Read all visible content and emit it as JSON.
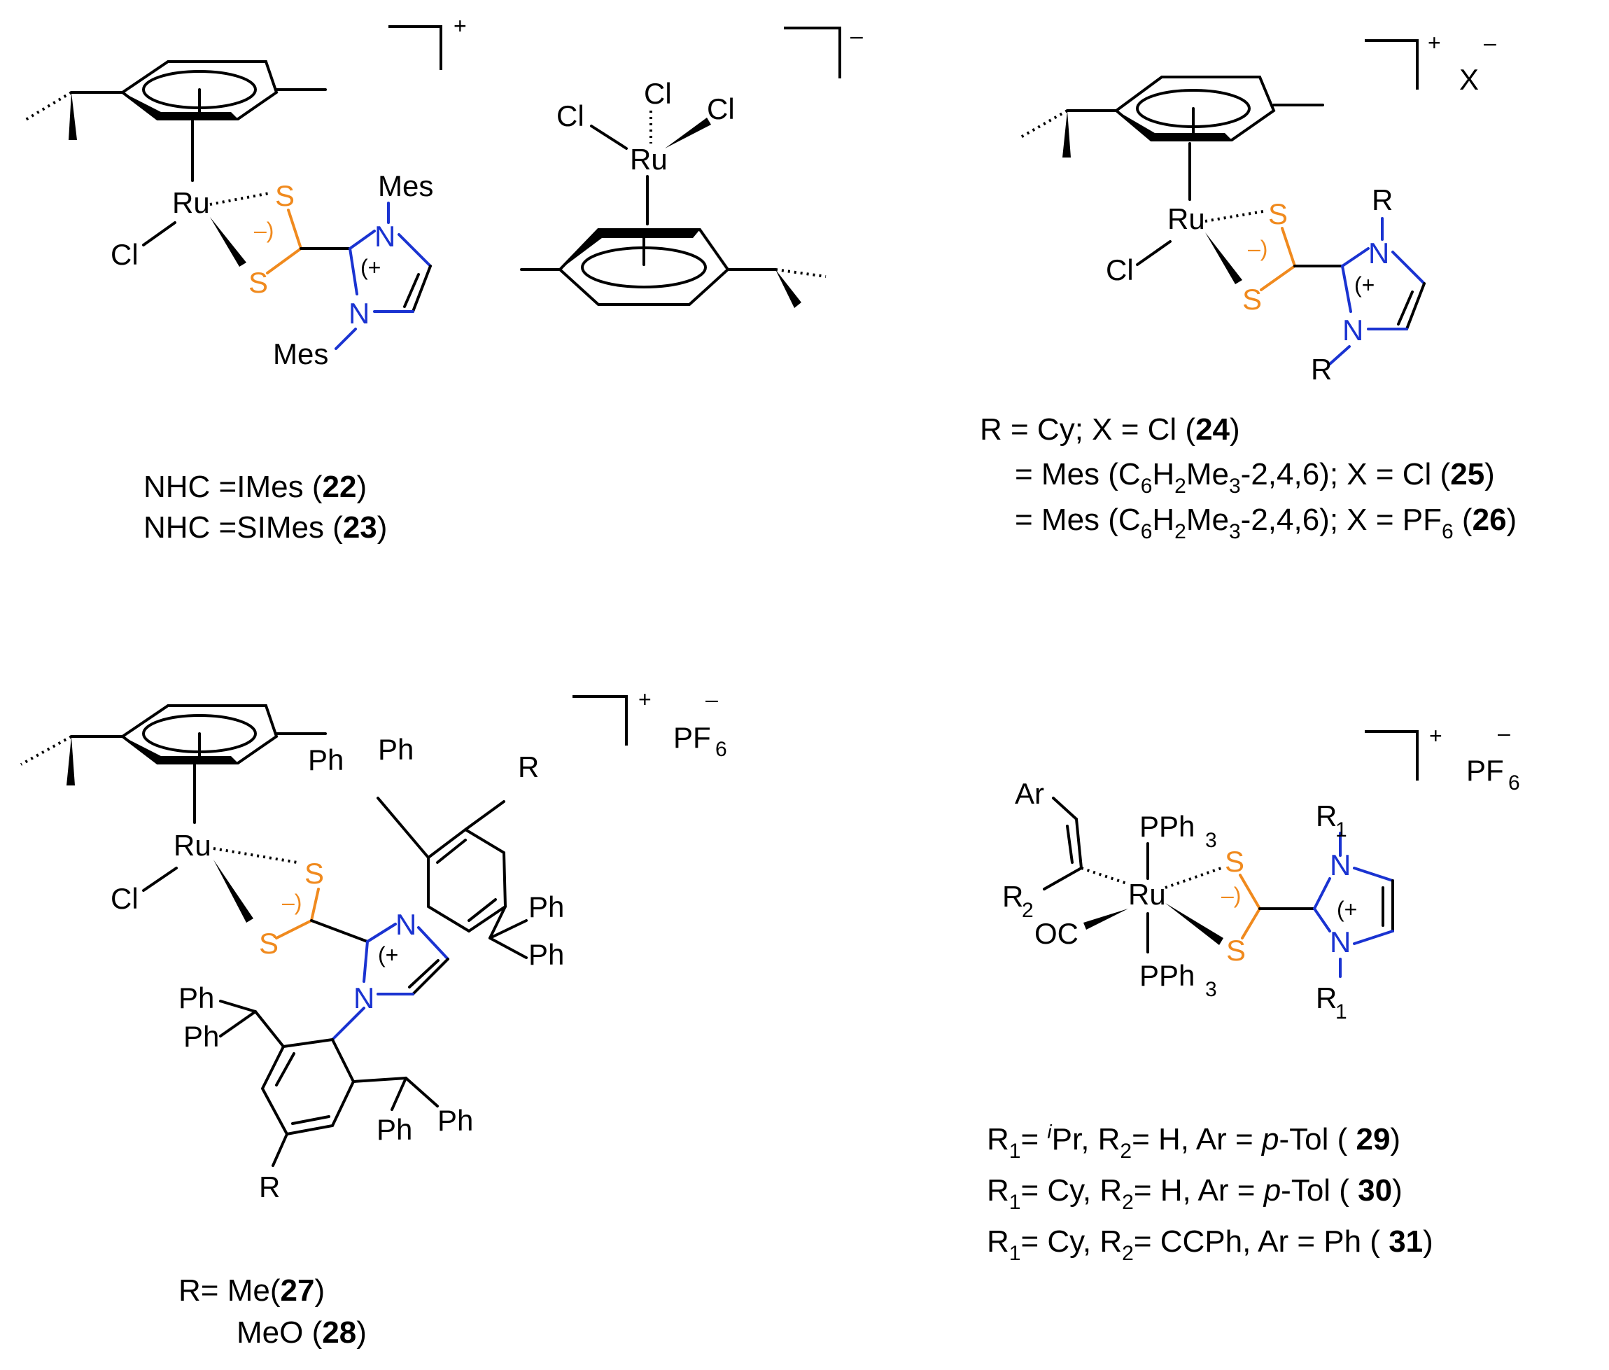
{
  "atoms": {
    "ru": "Ru",
    "cl": "Cl",
    "s": "S",
    "n": "N",
    "mes": "Mes",
    "r": "R",
    "ph": "Ph",
    "pph3": "PPh",
    "pph3_sub": "3",
    "oc": "OC",
    "ar": "Ar",
    "r1": "R",
    "r1_sub": "1",
    "r2": "R",
    "r2_sub": "2",
    "pf6": "PF",
    "pf6_sub": "6",
    "x": "X"
  },
  "charges": {
    "plus": "+",
    "minus": "–",
    "ring_plus": "(+",
    "ring_minus": "–)"
  },
  "captions": {
    "c22": {
      "pre": "NHC =IMes (",
      "num": "22",
      "post": ")"
    },
    "c23": {
      "pre": "NHC =SIMes (",
      "num": "23",
      "post": ")"
    },
    "c24": {
      "pre": "R = Cy; X = Cl (",
      "num": "24",
      "post": ")"
    },
    "c25": {
      "pre": "= Mes (C",
      "s1": "6",
      "m1": "H",
      "s2": "2",
      "m2": "Me",
      "s3": "3",
      "m3": "-2,4,6); X = Cl  (",
      "num": "25",
      "post": ")"
    },
    "c26": {
      "pre": "= Mes (C",
      "s1": "6",
      "m1": "H",
      "s2": "2",
      "m2": "Me",
      "s3": "3",
      "m3": "-2,4,6); X = PF",
      "s4": "6",
      "m4": " (",
      "num": "26",
      "post": ")"
    },
    "c27": {
      "pre": "R= Me(",
      "num": "27",
      "post": ")"
    },
    "c28": {
      "pre": "MeO (",
      "num": "28",
      "post": ")"
    },
    "c29": {
      "r": "R",
      "rs": "1",
      "a": "= ",
      "ip": "i",
      "b": "Pr, R",
      "r2s": "2",
      "c": "= H, Ar = ",
      "it": "p",
      "d": "-Tol ( ",
      "num": "29",
      "post": ")"
    },
    "c30": {
      "r": "R",
      "rs": "1",
      "a": "= Cy, R",
      "r2s": "2",
      "c": "= H, Ar = ",
      "it": "p",
      "d": "-Tol ( ",
      "num": "30",
      "post": ")"
    },
    "c31": {
      "r": "R",
      "rs": "1",
      "a": "= Cy, R",
      "r2s": "2",
      "c": "= CCPh, Ar = Ph ( ",
      "num": "31",
      "post": ")"
    }
  }
}
